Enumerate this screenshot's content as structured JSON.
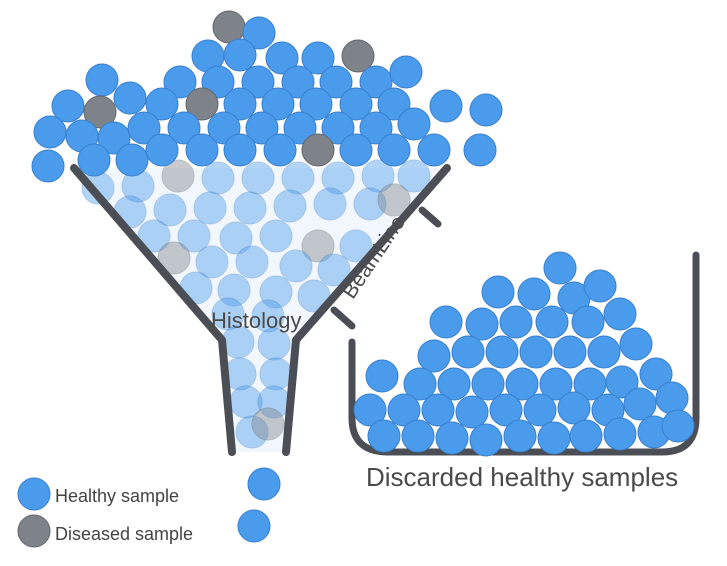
{
  "colors": {
    "healthy": "#4A9BEB",
    "diseased": "#7E8389",
    "ball_stroke": "#3A7FCC",
    "funnel": "#4B4F55"
  },
  "labels": {
    "histology": "Histology",
    "beamline": "BeamLine",
    "discarded": "Discarded healthy samples"
  },
  "legend": {
    "healthy": "Healthy sample",
    "diseased": "Diseased sample"
  }
}
